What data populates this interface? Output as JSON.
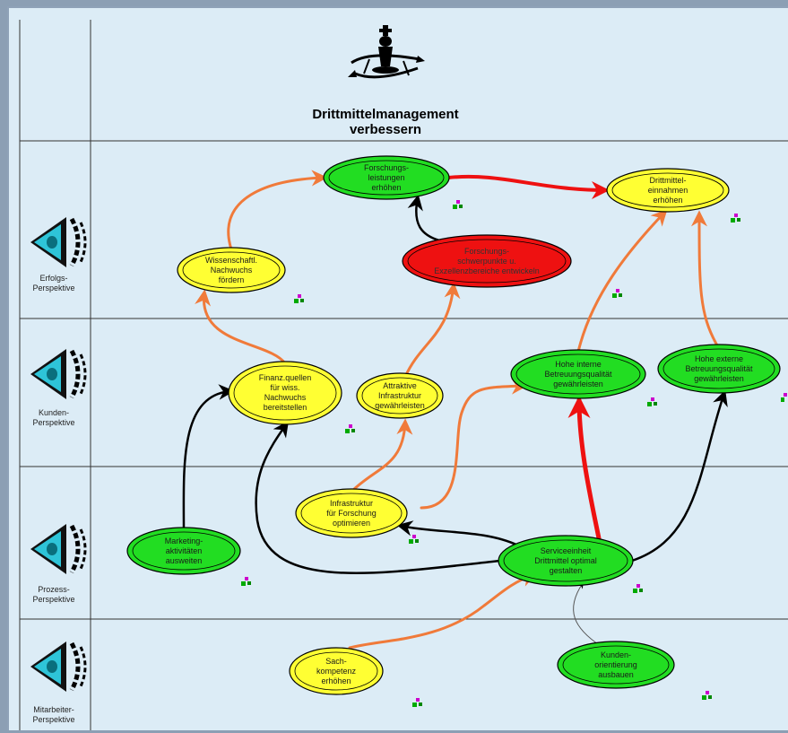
{
  "title": "Drittmittelmanagement\nverbessern",
  "perspectives": [
    {
      "label": "Erfolgs-\nPerspektive"
    },
    {
      "label": "Kunden-\nPerspektive"
    },
    {
      "label": "Prozess-\nPerspektive"
    },
    {
      "label": "Mitarbeiter-\nPerspektive"
    }
  ],
  "nodes": {
    "forschungsleistungen": "Forschungs-\nleistungen\nerhöhen",
    "drittmitteleinnahmen": "Drittmittel-\neinnahmen\nerhöhen",
    "nachwuchs": "Wissenschaftl.\nNachwuchs\nfördern",
    "schwerpunkte": "Forschungs-\nschwerpunkte u.\nExzellenzbereiche entwickeln",
    "finanzquellen": "Finanz.quellen\nfür wiss.\nNachwuchs\nbereitstellen",
    "attraktive_infra": "Attraktive\nInfrastruktur\ngewährleisten",
    "interne_betreuung": "Hohe interne\nBetreuungsqualität\ngewährleisten",
    "externe_betreuung": "Hohe externe\nBetreuungsqualität\ngewährleisten",
    "infra_optimieren": "Infrastruktur\nfür Forschung\noptimieren",
    "marketing": "Marketing-\naktivitäten\nausweiten",
    "serviceeinheit": "Serviceeinheit\nDrittmittel optimal\ngestalten",
    "sachkompetenz": "Sach-\nkompetenz\nerhöhen",
    "kundenorientierung": "Kunden-\norientierung\nausbauen"
  },
  "colors": {
    "green": "#22dd22",
    "yellow": "#ffff33",
    "red": "#ee1111",
    "orange_link": "#f07a3a",
    "red_link": "#ee1111",
    "black_link": "#000000"
  },
  "icons": [
    "chess-king-icon",
    "eye-icon",
    "link-marker-icon"
  ]
}
